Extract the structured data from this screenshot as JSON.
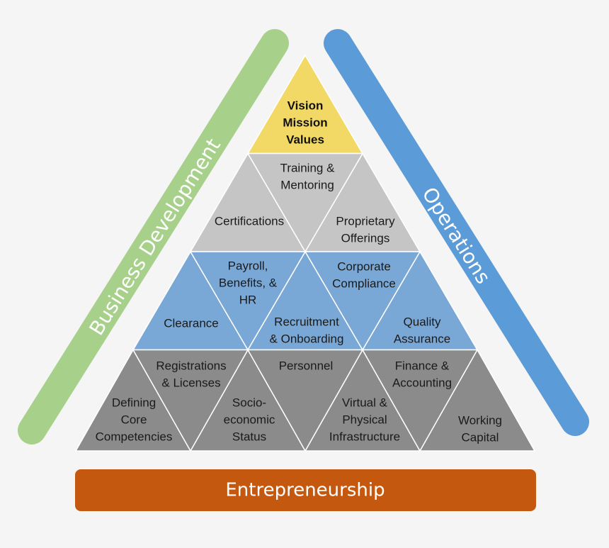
{
  "colors": {
    "background": "#f5f5f5",
    "apex": "#f2d865",
    "tier_silver": "#c5c5c5",
    "tier_blue": "#7aa8d6",
    "tier_gray": "#8b8b8b",
    "left_bar": "#a7d08a",
    "right_bar": "#5b9bd8",
    "base_bar": "#c5580f",
    "divider": "#ffffff"
  },
  "apex": {
    "lines": [
      "Vision",
      "Mission",
      "Values"
    ]
  },
  "tier_silver": [
    {
      "lines": [
        "Training &",
        "Mentoring"
      ]
    },
    {
      "lines": [
        "Certifications"
      ]
    },
    {
      "lines": [
        "Proprietary",
        "Offerings"
      ]
    }
  ],
  "tier_blue": [
    {
      "lines": [
        "Payroll,",
        "Benefits, &",
        "HR"
      ]
    },
    {
      "lines": [
        "Corporate",
        "Compliance"
      ]
    },
    {
      "lines": [
        "Clearance"
      ]
    },
    {
      "lines": [
        "Recruitment",
        "& Onboarding"
      ]
    },
    {
      "lines": [
        "Quality",
        "Assurance"
      ]
    }
  ],
  "tier_gray": [
    {
      "lines": [
        "Registrations",
        "& Licenses"
      ]
    },
    {
      "lines": [
        "Personnel"
      ]
    },
    {
      "lines": [
        "Finance &",
        "Accounting"
      ]
    },
    {
      "lines": [
        "Defining",
        "Core",
        "Competencies"
      ]
    },
    {
      "lines": [
        "Socio-",
        "economic",
        "Status"
      ]
    },
    {
      "lines": [
        "Virtual &",
        "Physical",
        "Infrastructure"
      ]
    },
    {
      "lines": [
        "Working",
        "Capital"
      ]
    }
  ],
  "left_bar": {
    "label": "Business Development"
  },
  "right_bar": {
    "label": "Operations"
  },
  "base_bar": {
    "label": "Entrepreneurship"
  }
}
